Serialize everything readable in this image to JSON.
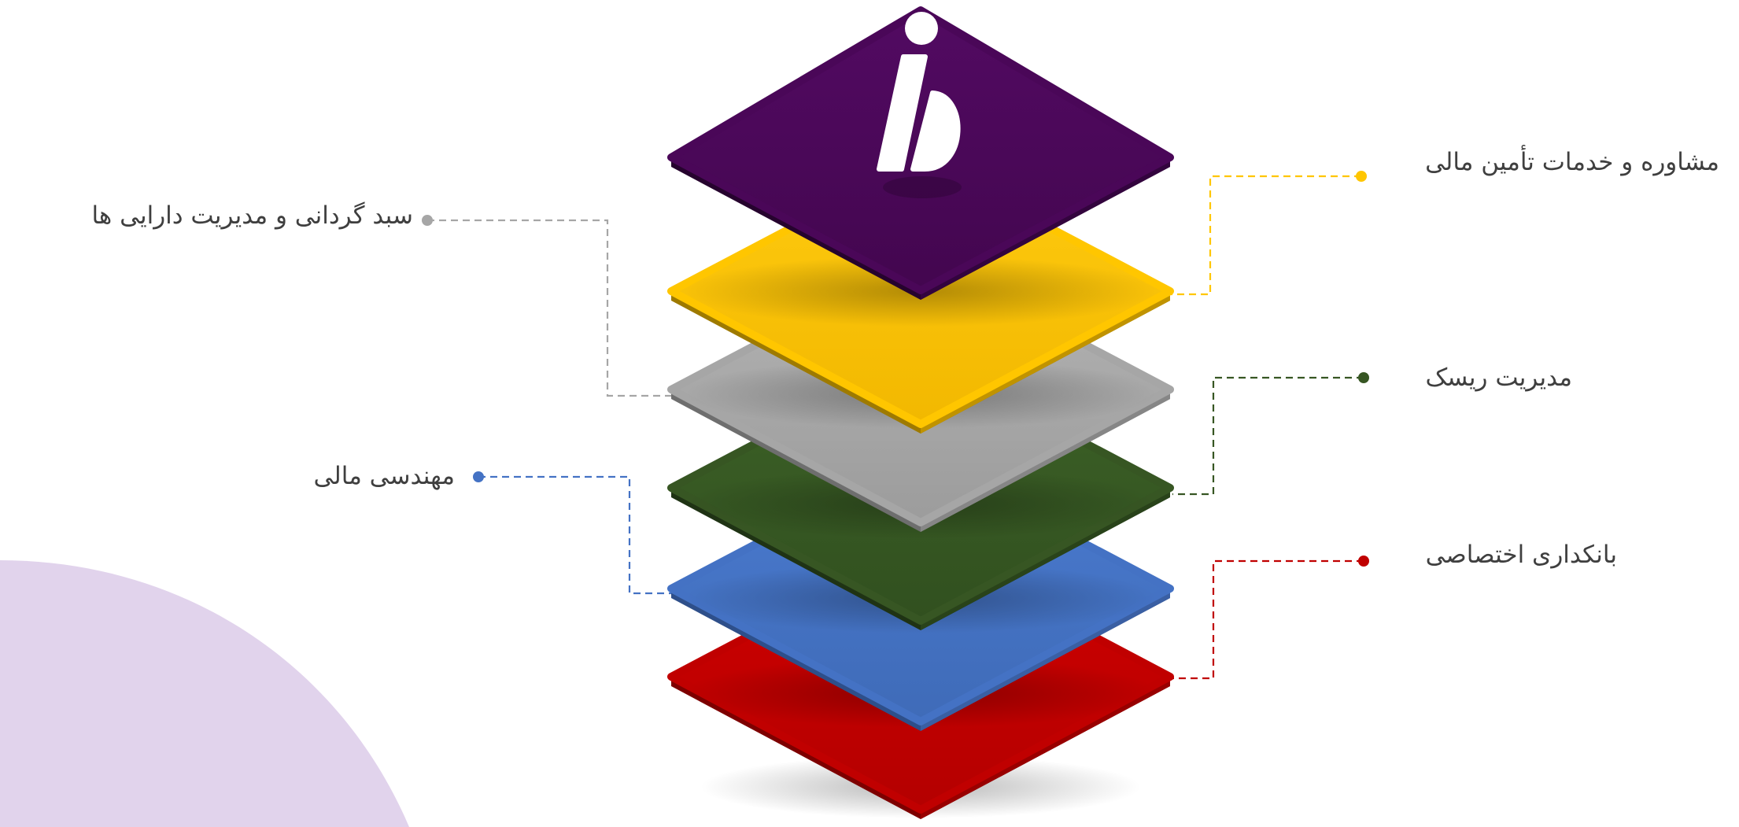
{
  "colors": {
    "background": "#ffffff",
    "blob": "#e1d3ec",
    "layer_purple": "#4a0758",
    "layer_yellow": "#ffc600",
    "layer_gray": "#a6a6a6",
    "layer_green": "#375623",
    "layer_blue": "#4472c4",
    "layer_red": "#c00000",
    "label_text": "#3f3f3f"
  },
  "logo": {
    "icon": "b-letter-logo-icon"
  },
  "labels": {
    "finance": "مشاوره و خدمات تأمین مالی",
    "portfolio": "سبد گردانی و مدیریت دارایی ها",
    "risk": "مدیریت ریسک",
    "engineering": "مهندسی مالی",
    "banking": "بانکداری اختصاصی"
  }
}
